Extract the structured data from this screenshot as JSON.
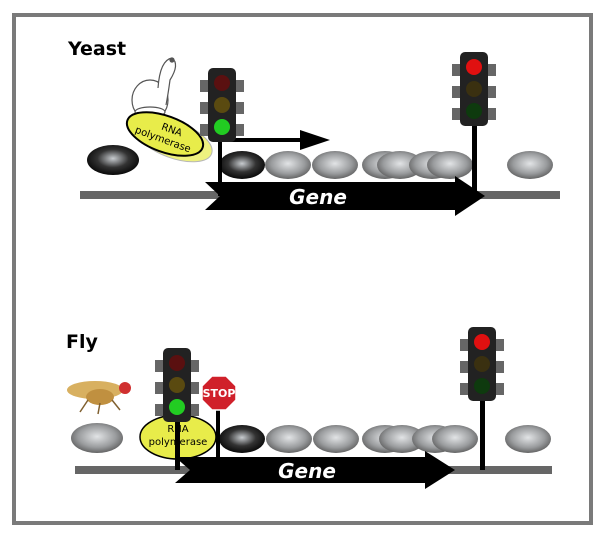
{
  "colors": {
    "frame": "#7a7a7a",
    "dna": "#666666",
    "polymerase": "#e8ec4a",
    "red_light": "#e01010",
    "green_light": "#22cc22",
    "stop_sign": "#d0202a"
  },
  "panels": [
    {
      "organism": "Yeast",
      "polymerase_label_1": "RNA",
      "polymerase_label_2": "polymerase",
      "gene_label": "Gene"
    },
    {
      "organism": "Fly",
      "polymerase_label_1": "RNA",
      "polymerase_label_2": "polymerase",
      "gene_label": "Gene",
      "stop_label": "STOP"
    }
  ]
}
